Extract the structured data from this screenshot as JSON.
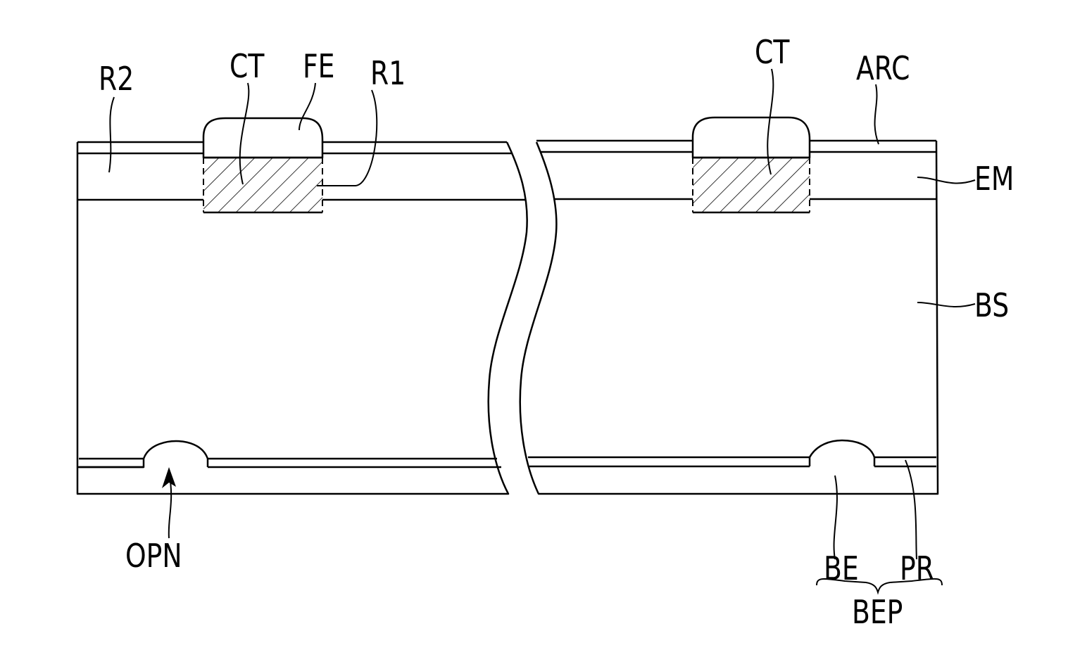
{
  "labels": {
    "r2": "R2",
    "ct_left": "CT",
    "fe": "FE",
    "r1": "R1",
    "ct_right": "CT",
    "arc": "ARC",
    "em": "EM",
    "bs": "BS",
    "opn": "OPN",
    "be": "BE",
    "pr": "PR",
    "bep": "BEP"
  }
}
